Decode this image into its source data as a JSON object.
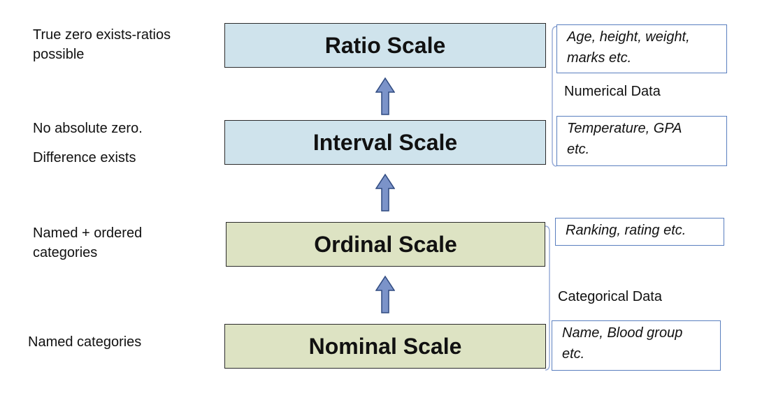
{
  "levels": [
    {
      "name": "Ratio Scale",
      "category": "numerical",
      "description": [
        "True zero exists-ratios",
        "possible"
      ],
      "examples": [
        "Age, height, weight,",
        "marks etc."
      ]
    },
    {
      "name": "Interval Scale",
      "category": "numerical",
      "description": [
        "No absolute zero.",
        "Difference exists"
      ],
      "examples": [
        "Temperature, GPA",
        "etc."
      ]
    },
    {
      "name": "Ordinal Scale",
      "category": "categorical",
      "description": [
        "Named + ordered",
        "categories"
      ],
      "examples": [
        "Ranking, rating etc."
      ]
    },
    {
      "name": "Nominal Scale",
      "category": "categorical",
      "description": [
        "Named categories"
      ],
      "examples": [
        "Name, Blood group",
        "etc."
      ]
    }
  ],
  "groups": {
    "numerical": "Numerical Data",
    "categorical": "Categorical Data"
  },
  "colors": {
    "numerical_fill": "#cfe3ec",
    "categorical_fill": "#dde3c3",
    "arrow_fill": "#7b93c9",
    "arrow_stroke": "#2f4a80",
    "example_border": "#5a7fbf",
    "bracket": "#9aaed8"
  }
}
